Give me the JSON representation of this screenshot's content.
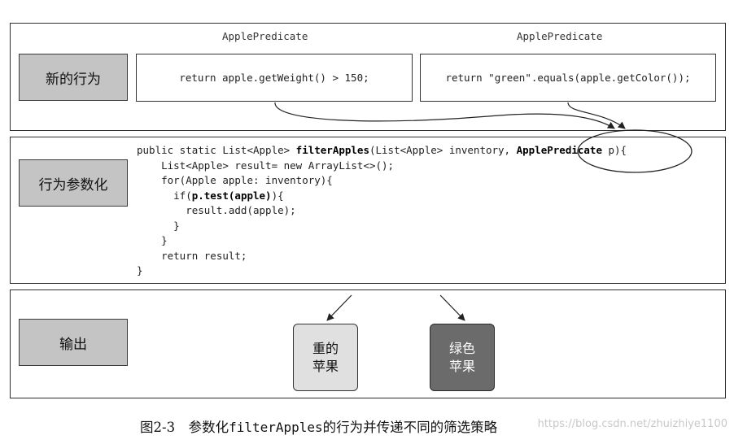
{
  "rows": {
    "new_behavior": "新的行为",
    "parameterize": "行为参数化",
    "output": "输出"
  },
  "predicates": [
    {
      "title": "ApplePredicate",
      "code": "return apple.getWeight() > 150;"
    },
    {
      "title": "ApplePredicate",
      "code": "return \"green\".equals(apple.getColor());"
    }
  ],
  "code": {
    "l1_pre": "public static List<Apple> ",
    "l1_method": "filterApples",
    "l1_mid": "(List<Apple> inventory, ",
    "l1_type": "ApplePredicate",
    "l1_post": " p){",
    "l2": "    List<Apple> result= new ArrayList<>();",
    "l3": "    for(Apple apple: inventory){",
    "l4_pre": "      if(",
    "l4_call": "p.test(apple)",
    "l4_post": "){",
    "l5": "        result.add(apple);",
    "l6": "      }",
    "l7": "    }",
    "l8": "    return result;",
    "l9": "}"
  },
  "results": {
    "heavy_line1": "重的",
    "heavy_line2": "苹果",
    "green_line1": "绿色",
    "green_line2": "苹果"
  },
  "caption": {
    "prefix": "图2-3　参数化",
    "code": "filterApples",
    "suffix": "的行为并传递不同的筛选策略"
  },
  "watermark": "https://blog.csdn.net/zhuizhiye1100",
  "colors": {
    "label_gray": "#c4c4c4",
    "heavy_fill": "#e0e0e0",
    "green_fill": "#6b6b6b"
  }
}
